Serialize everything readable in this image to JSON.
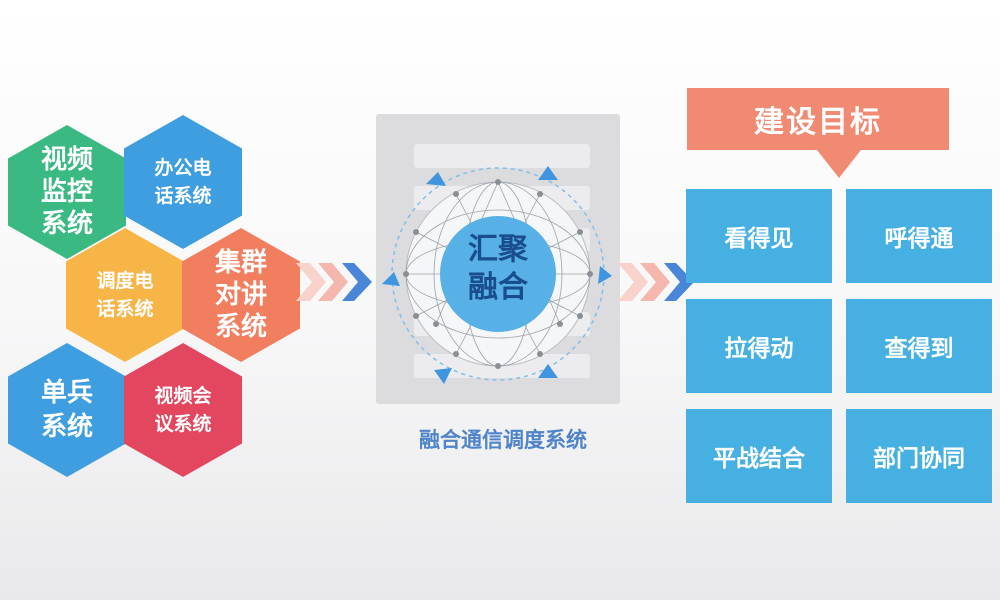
{
  "subsystems": [
    {
      "id": "video-monitor",
      "label": "视频\n监控\n系统",
      "color": "#3bb983"
    },
    {
      "id": "office-phone",
      "label": "办公电\n话系统",
      "color": "#3f9ee0"
    },
    {
      "id": "dispatch-phone",
      "label": "调度电\n话系统",
      "color": "#f7b547"
    },
    {
      "id": "cluster-talk",
      "label": "集群\n对讲\n系统",
      "color": "#f07e5f"
    },
    {
      "id": "single-soldier",
      "label": "单兵\n系统",
      "color": "#3f9ee0"
    },
    {
      "id": "video-conference",
      "label": "视频会\n议系统",
      "color": "#e2475f"
    }
  ],
  "center": {
    "label_line1": "汇聚",
    "label_line2": "融合",
    "caption": "融合通信调度系统"
  },
  "goals": {
    "title": "建设目标",
    "items": [
      "看得见",
      "呼得通",
      "拉得动",
      "查得到",
      "平战结合",
      "部门协同"
    ]
  },
  "colors": {
    "goal_title": "#f08a72",
    "goal_cell": "#47b0e2",
    "caption": "#4f84c9",
    "arrow": "#4a86d8"
  }
}
